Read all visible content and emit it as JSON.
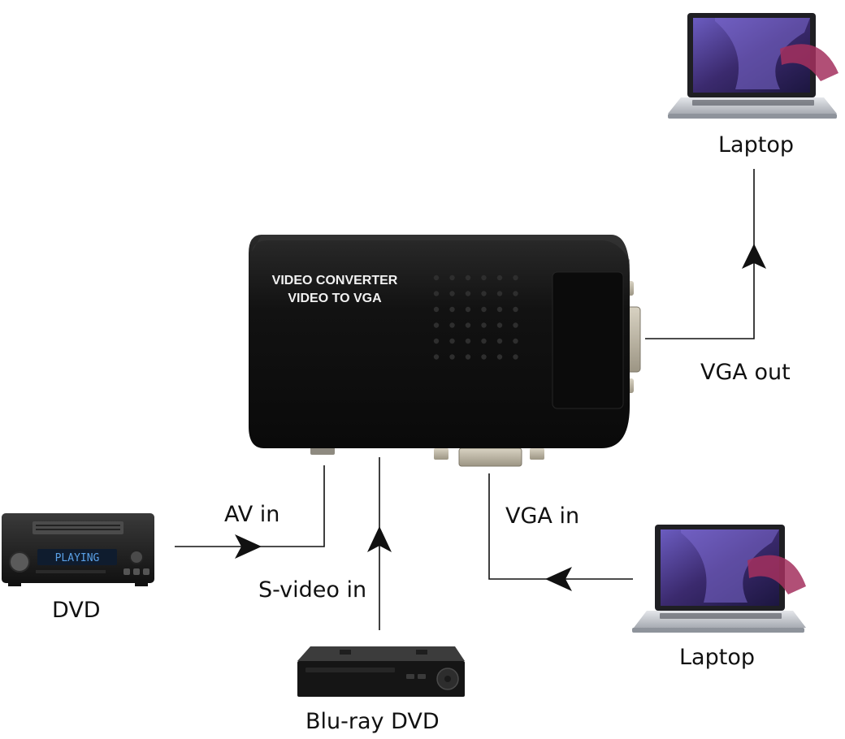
{
  "converter": {
    "line1": "VIDEO CONVERTER",
    "line2": "VIDEO TO VGA"
  },
  "dvd_display": "PLAYING",
  "labels": {
    "laptop_top": "Laptop",
    "vga_out": "VGA out",
    "av_in": "AV in",
    "vga_in": "VGA in",
    "dvd": "DVD",
    "s_video_in": "S-video in",
    "laptop_bottom": "Laptop",
    "blu_ray_dvd": "Blu-ray DVD"
  },
  "colors": {
    "device_body": "#141414",
    "line": "#111111",
    "laptop_silver": "#c9ccd1",
    "screen_purple": "#3b2a6e",
    "connector_metal": "#b9b2a1",
    "dvd_display_blue": "#5aa0e6"
  }
}
